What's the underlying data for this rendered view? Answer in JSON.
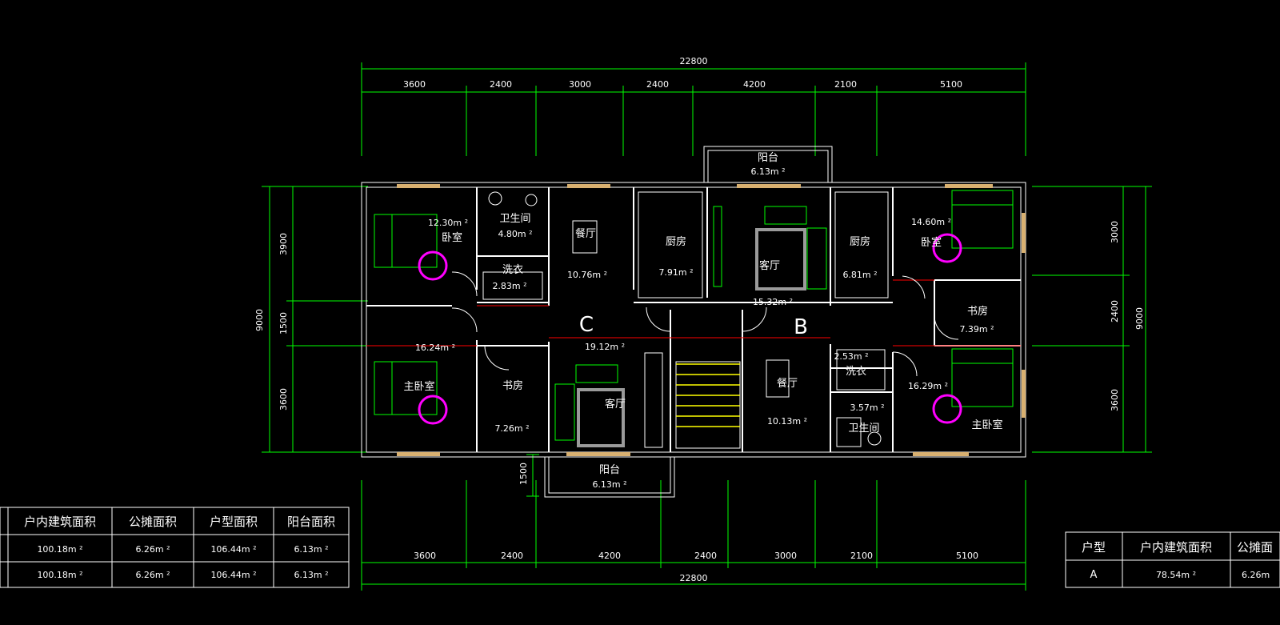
{
  "plan": {
    "top_total": "22800",
    "top_dims": [
      "3600",
      "2400",
      "3000",
      "2400",
      "4200",
      "2100",
      "5100"
    ],
    "bottom_total": "22800",
    "bottom_dims": [
      "3600",
      "2400",
      "4200",
      "2400",
      "3000",
      "2100",
      "5100"
    ],
    "left_dims": [
      "3900",
      "1500",
      "3600"
    ],
    "left_total": "9000",
    "right_dims": [
      "3000",
      "2400",
      "3600"
    ],
    "right_total": "9000",
    "balcony_dim": "1500",
    "unit_labels": [
      "C",
      "B"
    ],
    "rooms": [
      {
        "name": "阳台",
        "area": "6.13m ²"
      },
      {
        "name": "卫生间",
        "area": "4.80m ²"
      },
      {
        "name": "卧室",
        "area": "12.30m ²"
      },
      {
        "name": "洗衣",
        "area": "2.83m ²"
      },
      {
        "name": "餐厅",
        "area": "10.76m ²"
      },
      {
        "name": "厨房",
        "area": "7.91m ²"
      },
      {
        "name": "客厅",
        "area": "15.32m ²"
      },
      {
        "name": "厨房",
        "area": "6.81m ²"
      },
      {
        "name": "卧室",
        "area": "14.60m ²"
      },
      {
        "name": "书房",
        "area": "7.39m ²"
      },
      {
        "name": "",
        "area": "16.24m ²"
      },
      {
        "name": "主卧室",
        "area": ""
      },
      {
        "name": "",
        "area": "19.12m ²"
      },
      {
        "name": "书房",
        "area": "7.26m ²"
      },
      {
        "name": "客厅",
        "area": ""
      },
      {
        "name": "餐厅",
        "area": "10.13m ²"
      },
      {
        "name": "洗衣",
        "area": "2.53m ²"
      },
      {
        "name": "卫生间",
        "area": "3.57m ²"
      },
      {
        "name": "主卧室",
        "area": "16.29m ²"
      },
      {
        "name": "阳台",
        "area": "6.13m ²"
      }
    ]
  },
  "table_left": {
    "headers": [
      "户内建筑面积",
      "公摊面积",
      "户型面积",
      "阳台面积"
    ],
    "rows": [
      [
        "100.18m ²",
        "6.26m ²",
        "106.44m ²",
        "6.13m ²"
      ],
      [
        "100.18m ²",
        "6.26m ²",
        "106.44m ²",
        "6.13m ²"
      ]
    ]
  },
  "table_right": {
    "headers": [
      "户型",
      "户内建筑面积",
      "公摊面"
    ],
    "rows": [
      [
        "A",
        "78.54m ²",
        "6.26m"
      ]
    ]
  }
}
